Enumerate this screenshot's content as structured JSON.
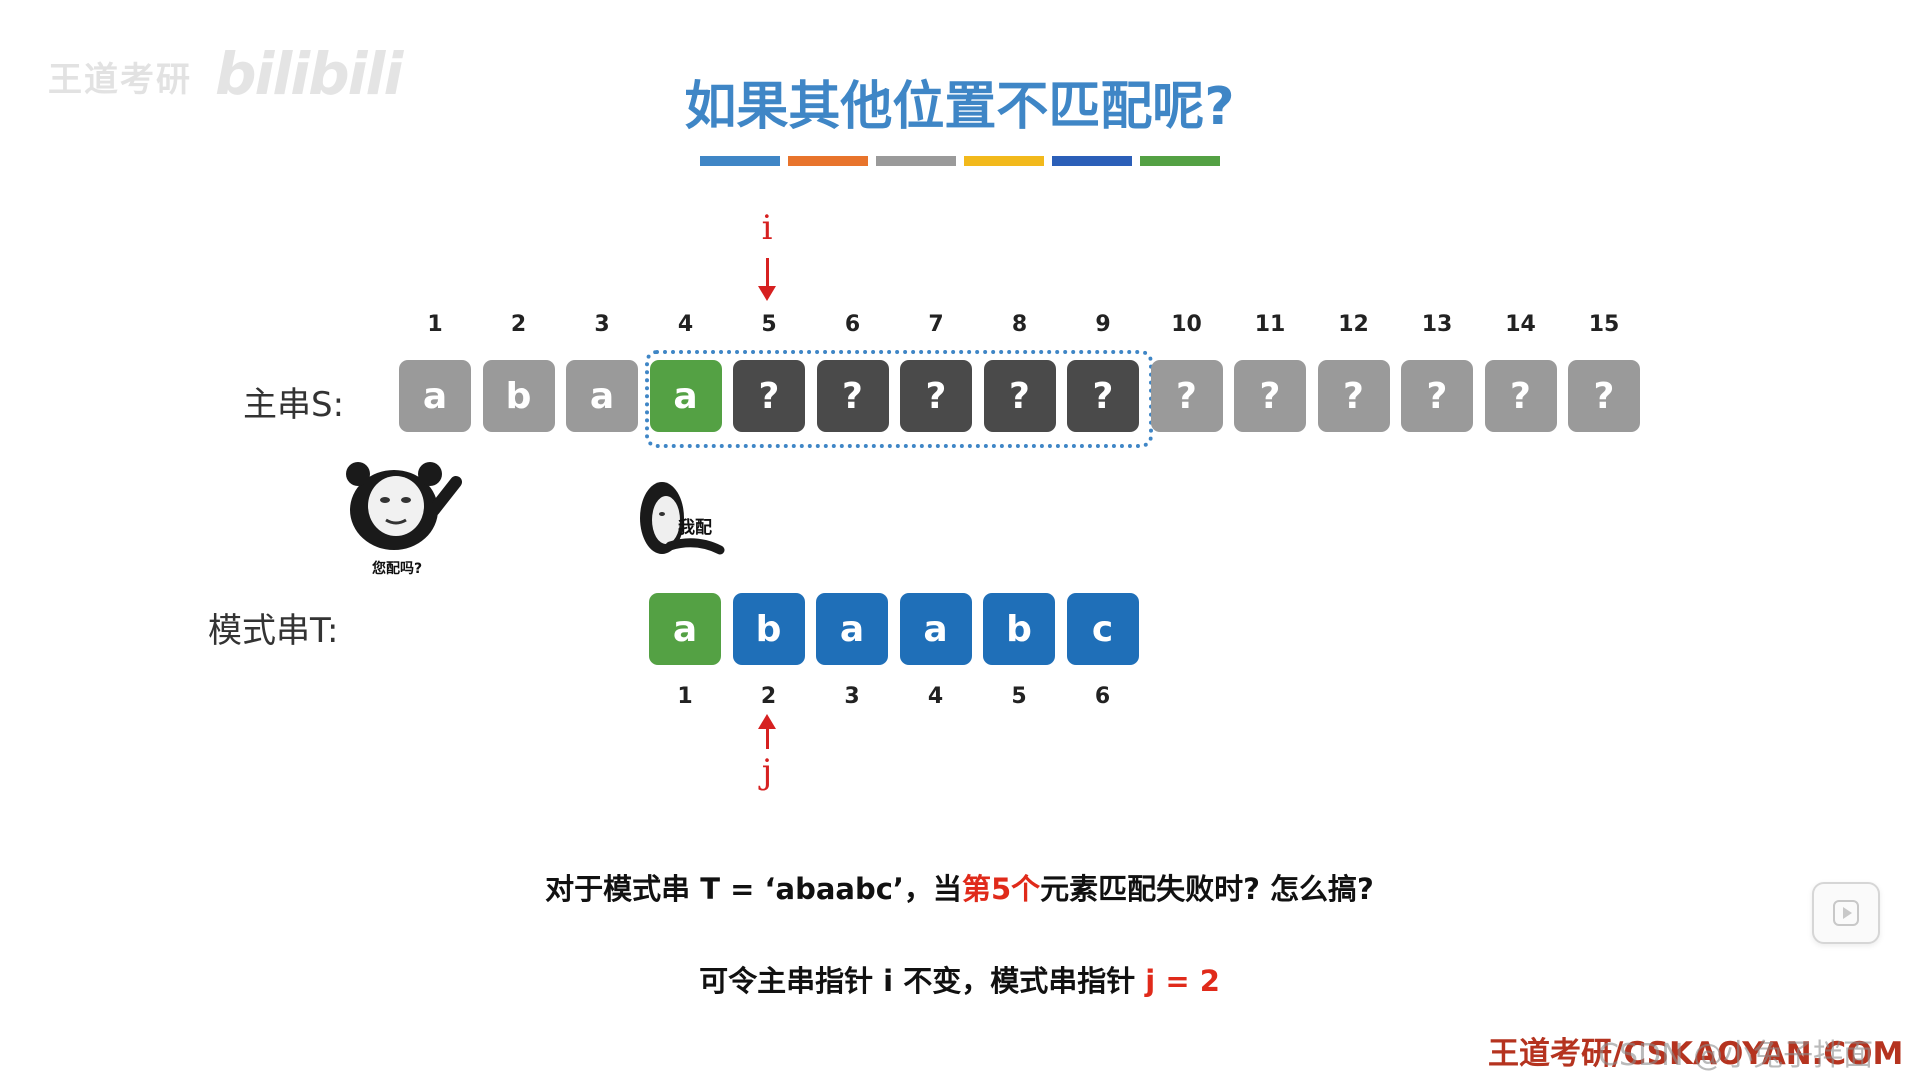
{
  "watermark": {
    "left_text": "王道考研",
    "logo_text": "bilibili"
  },
  "title": "如果其他位置不匹配呢?",
  "accent_bars": [
    "#3f86c6",
    "#e8742c",
    "#9a9a9a",
    "#f2b91c",
    "#2b5fb8",
    "#54a144"
  ],
  "pointer_i": "i",
  "pointer_j": "j",
  "main_string": {
    "label": "主串S:",
    "indices": [
      "1",
      "2",
      "3",
      "4",
      "5",
      "6",
      "7",
      "8",
      "9",
      "10",
      "11",
      "12",
      "13",
      "14",
      "15"
    ],
    "cells": [
      {
        "char": "a",
        "color": "gray"
      },
      {
        "char": "b",
        "color": "gray"
      },
      {
        "char": "a",
        "color": "gray"
      },
      {
        "char": "a",
        "color": "green"
      },
      {
        "char": "?",
        "color": "dark"
      },
      {
        "char": "?",
        "color": "dark"
      },
      {
        "char": "?",
        "color": "dark"
      },
      {
        "char": "?",
        "color": "dark"
      },
      {
        "char": "?",
        "color": "dark"
      },
      {
        "char": "?",
        "color": "gray"
      },
      {
        "char": "?",
        "color": "gray"
      },
      {
        "char": "?",
        "color": "gray"
      },
      {
        "char": "?",
        "color": "gray"
      },
      {
        "char": "?",
        "color": "gray"
      },
      {
        "char": "?",
        "color": "gray"
      }
    ]
  },
  "pattern_string": {
    "label": "模式串T:",
    "indices": [
      "1",
      "2",
      "3",
      "4",
      "5",
      "6"
    ],
    "cells": [
      {
        "char": "a",
        "color": "green"
      },
      {
        "char": "b",
        "color": "blue"
      },
      {
        "char": "a",
        "color": "blue"
      },
      {
        "char": "a",
        "color": "blue"
      },
      {
        "char": "b",
        "color": "blue"
      },
      {
        "char": "c",
        "color": "blue"
      }
    ]
  },
  "memes": {
    "big_caption": "您配吗?",
    "small_caption": "我配"
  },
  "question": {
    "before": "对于模式串 T = ‘abaabc’，当",
    "highlight": "第5个",
    "after": "元素匹配失败时? 怎么搞?"
  },
  "answer": {
    "before": "可令主串指针 i 不变，模式串指针 ",
    "highlight": "j = 2"
  },
  "footer": "王道考研/CSKAOYAN.COM",
  "csdn_watermark": "CSDN @小兔子拌面"
}
